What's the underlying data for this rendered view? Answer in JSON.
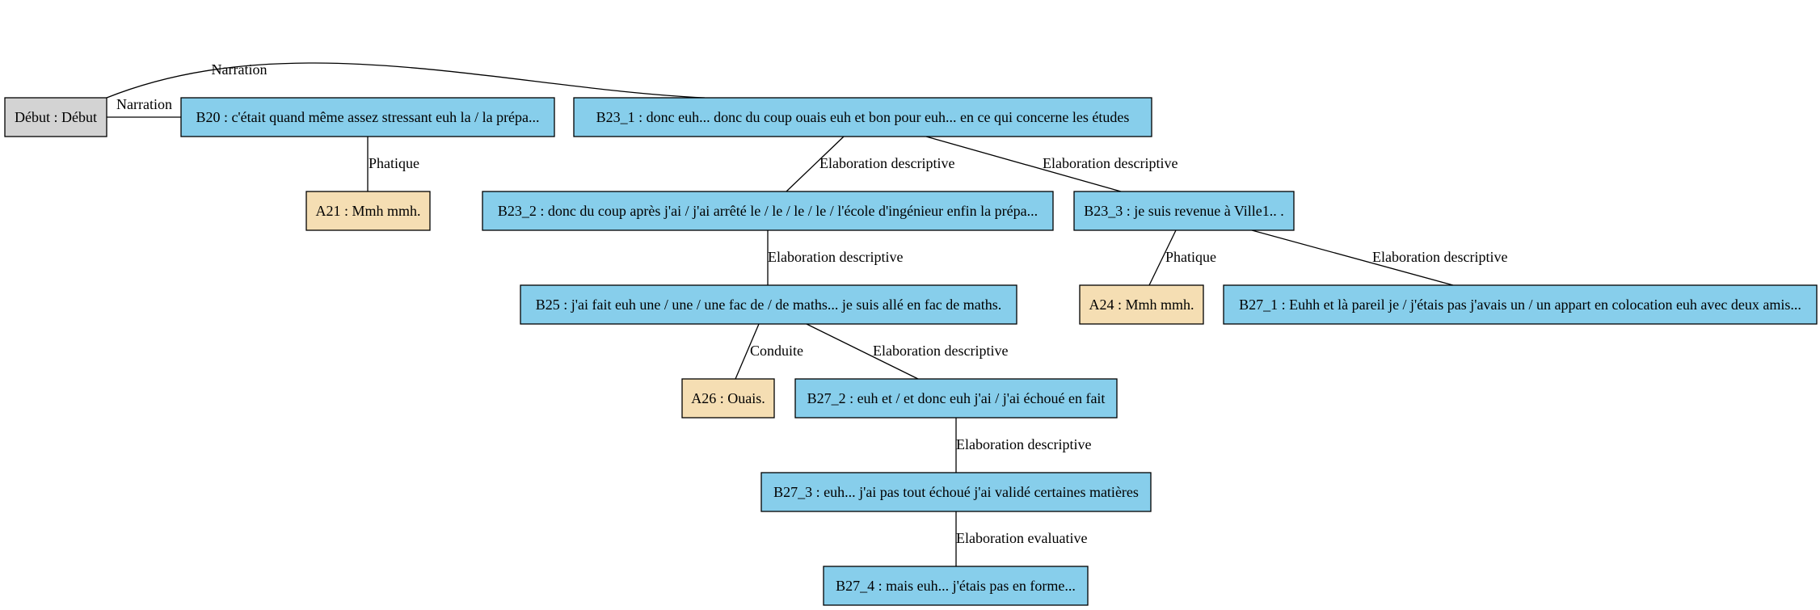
{
  "colors": {
    "start": "#d3d3d3",
    "speaker_b": "#87ceeb",
    "speaker_a": "#f5deb3"
  },
  "nodes": [
    {
      "id": "start",
      "label": "Début : Début",
      "role": "start"
    },
    {
      "id": "B20",
      "label": "B20 : c'était quand même assez stressant euh la / la prépa...",
      "role": "speaker_b"
    },
    {
      "id": "B23_1",
      "label": "B23_1 : donc euh... donc du coup ouais euh et bon pour euh... en ce qui concerne les études",
      "role": "speaker_b"
    },
    {
      "id": "A21",
      "label": "A21 : Mmh mmh.",
      "role": "speaker_a"
    },
    {
      "id": "B23_2",
      "label": "B23_2 : donc du coup après j'ai / j'ai arrêté le / le / le / le / l'école d'ingénieur enfin la prépa...",
      "role": "speaker_b"
    },
    {
      "id": "B23_3",
      "label": "B23_3 : je suis revenue à Ville1.. .",
      "role": "speaker_b"
    },
    {
      "id": "B25",
      "label": "B25 : j'ai fait euh une / une / une fac de / de maths... je suis allé en fac de maths.",
      "role": "speaker_b"
    },
    {
      "id": "A24",
      "label": "A24 : Mmh mmh.",
      "role": "speaker_a"
    },
    {
      "id": "B27_1",
      "label": "B27_1 : Euhh et là pareil je / j'étais pas j'avais un / un appart en colocation euh avec deux amis...",
      "role": "speaker_b"
    },
    {
      "id": "A26",
      "label": "A26 : Ouais.",
      "role": "speaker_a"
    },
    {
      "id": "B27_2",
      "label": "B27_2 : euh et / et donc euh j'ai / j'ai échoué en fait",
      "role": "speaker_b"
    },
    {
      "id": "B27_3",
      "label": "B27_3 : euh... j'ai pas tout échoué j'ai validé certaines matières",
      "role": "speaker_b"
    },
    {
      "id": "B27_4",
      "label": "B27_4 : mais euh... j'étais pas en forme...",
      "role": "speaker_b"
    }
  ],
  "edges": [
    {
      "id": "e-start-B23_1",
      "from": "start",
      "to": "B23_1",
      "label": "Narration"
    },
    {
      "id": "e-start-B20",
      "from": "start",
      "to": "B20",
      "label": "Narration"
    },
    {
      "id": "e-B20-A21",
      "from": "B20",
      "to": "A21",
      "label": "Phatique"
    },
    {
      "id": "e-B23_1-B23_2",
      "from": "B23_1",
      "to": "B23_2",
      "label": "Elaboration descriptive"
    },
    {
      "id": "e-B23_1-B23_3",
      "from": "B23_1",
      "to": "B23_3",
      "label": "Elaboration descriptive"
    },
    {
      "id": "e-B23_2-B25",
      "from": "B23_2",
      "to": "B25",
      "label": "Elaboration descriptive"
    },
    {
      "id": "e-B23_3-A24",
      "from": "B23_3",
      "to": "A24",
      "label": "Phatique"
    },
    {
      "id": "e-B23_3-B27_1",
      "from": "B23_3",
      "to": "B27_1",
      "label": "Elaboration descriptive"
    },
    {
      "id": "e-B25-A26",
      "from": "B25",
      "to": "A26",
      "label": "Conduite"
    },
    {
      "id": "e-B25-B27_2",
      "from": "B25",
      "to": "B27_2",
      "label": "Elaboration descriptive"
    },
    {
      "id": "e-B27_2-B27_3",
      "from": "B27_2",
      "to": "B27_3",
      "label": "Elaboration descriptive"
    },
    {
      "id": "e-B27_3-B27_4",
      "from": "B27_3",
      "to": "B27_4",
      "label": "Elaboration evaluative"
    }
  ]
}
